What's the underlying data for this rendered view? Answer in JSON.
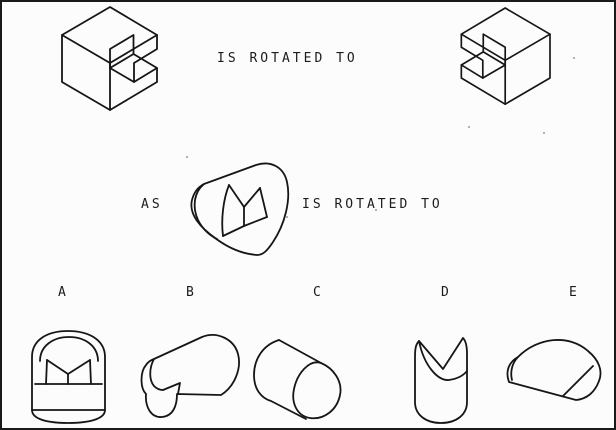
{
  "colors": {
    "background": "#fcfcfc",
    "border": "#1a1a1a",
    "line": "#161616",
    "text": "#1c1c1c"
  },
  "stem": {
    "rotated_to_top": "IS ROTATED TO",
    "as_label": "AS",
    "rotated_to_bottom": "IS ROTATED TO"
  },
  "shapes": {
    "original": "l-corner-block-isometric",
    "rotated": "l-corner-block-rotated-isometric",
    "reference": "lying-cylinder-with-wedge-notch"
  },
  "options": [
    {
      "label": "A",
      "shape": "upright-cylinder-wedge-notch-front"
    },
    {
      "label": "B",
      "shape": "tilted-cylinder-notch-at-lower-end"
    },
    {
      "label": "C",
      "shape": "plain-tilted-cylinder"
    },
    {
      "label": "D",
      "shape": "upright-cylinder-v-groove-top"
    },
    {
      "label": "E",
      "shape": "half-cylinder-on-flat-face"
    }
  ]
}
